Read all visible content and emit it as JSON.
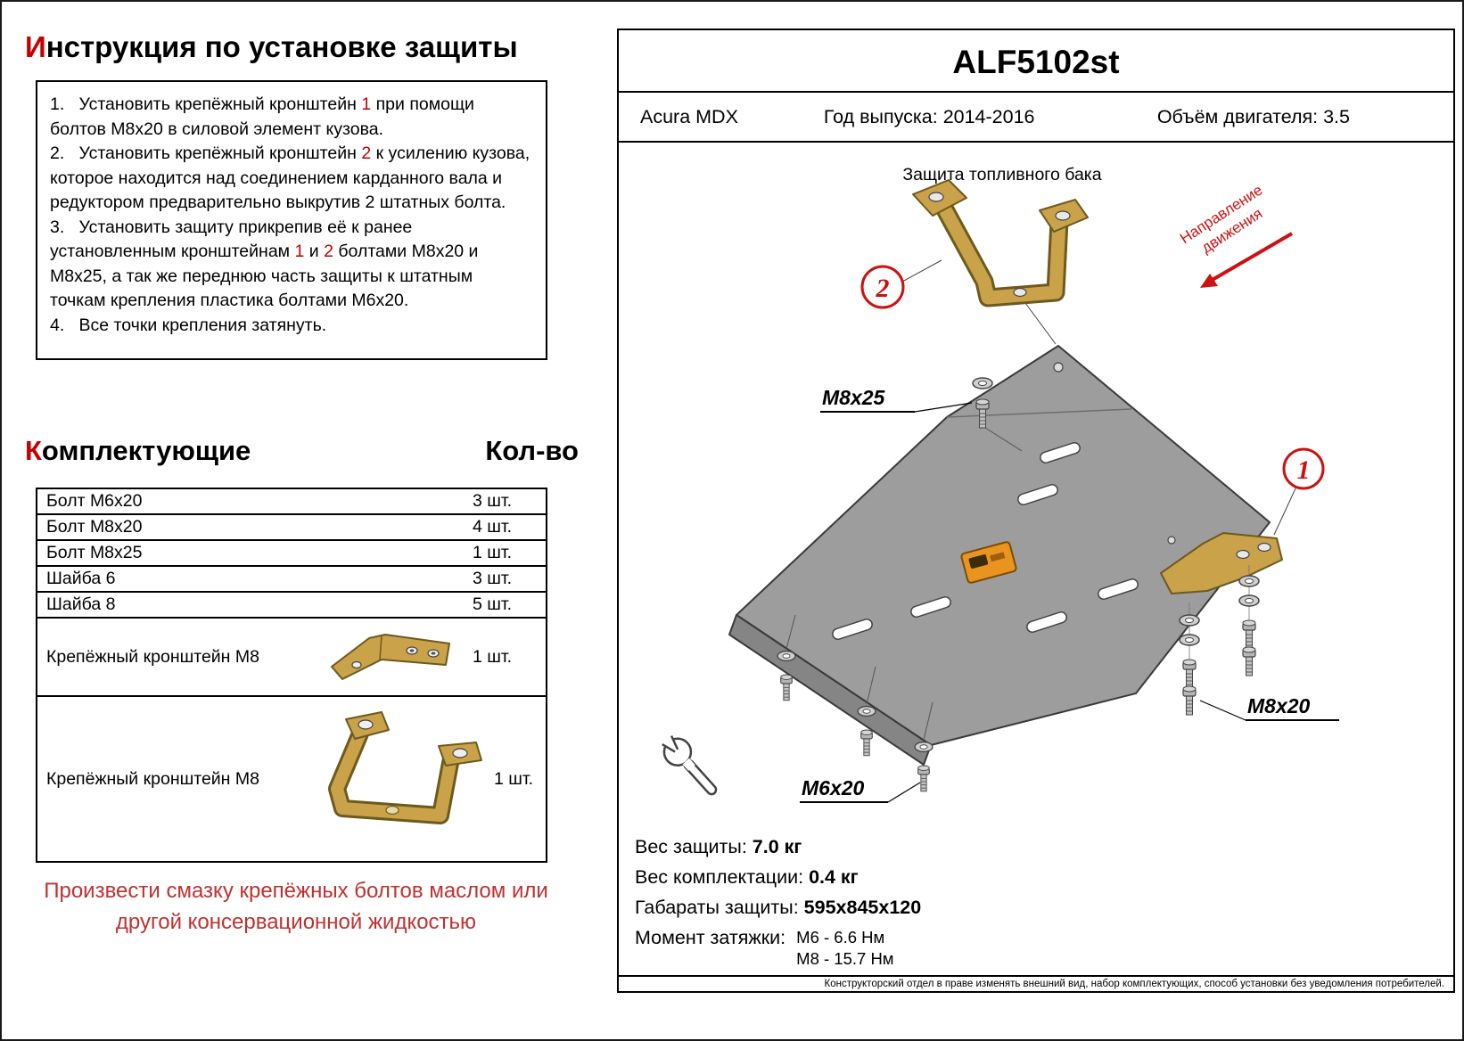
{
  "colors": {
    "accent_red": "#c40000",
    "note_red": "#c03030",
    "bracket_gold": "#c9a24a",
    "plate_gray": "#9d9d9d",
    "logo_orange": "#e8941f"
  },
  "left": {
    "title_first": "И",
    "title_rest": "нструкция по установке защиты",
    "instr1": {
      "pre": "1.   Установить крепёжный кронштейн ",
      "hl": "1",
      "post": " при помощи болтов М8х20 в силовой элемент кузова."
    },
    "instr2": {
      "pre": "2.   Установить крепёжный кронштейн ",
      "hl": "2",
      "post": " к усилению кузова, которое находится над соединением карданного вала и редуктором предварительно выкрутив 2 штатных болта."
    },
    "instr3": {
      "pre": "3.   Установить защиту прикрепив её к ранее установленным кронштейнам ",
      "hl1": "1",
      "mid": " и ",
      "hl2": "2",
      "post": " болтами М8х20 и М8х25, а так же переднюю часть защиты к штатным точкам крепления пластика болтами М6х20."
    },
    "instr4": {
      "text": "4.   Все точки крепления затянуть."
    },
    "components": {
      "title_first": "К",
      "title_rest": "омплектующие",
      "qty_header": "Кол-во",
      "rows": [
        {
          "name": "Болт М6х20",
          "qty": "3 шт."
        },
        {
          "name": "Болт М8х20",
          "qty": "4 шт."
        },
        {
          "name": "Болт М8х25",
          "qty": "1 шт."
        },
        {
          "name": "Шайба 6",
          "qty": "3 шт."
        },
        {
          "name": "Шайба 8",
          "qty": "5 шт."
        },
        {
          "name": "Крепёжный кронштейн М8",
          "qty": "1 шт.",
          "icon": "bracket-flat"
        },
        {
          "name": "Крепёжный кронштейн М8",
          "qty": "1 шт.",
          "icon": "bracket-u"
        }
      ]
    },
    "grease_note": "Произвести смазку крепёжных болтов маслом или другой консервационной жидкостью"
  },
  "right": {
    "part_code": "ALF5102st",
    "car": "Acura MDX",
    "year": "Год выпуска: 2014-2016",
    "engine": "Объём двигателя: 3.5",
    "diagram": {
      "title": "Защита топливного бака",
      "direction_line1": "Направление",
      "direction_line2": "движения",
      "callout_1": "1",
      "callout_2": "2",
      "label_m8x25": "М8х25",
      "label_m8x20": "М8х20",
      "label_m6x20": "М6х20"
    },
    "specs": {
      "weight_label": "Вес защиты:",
      "weight_value": "7.0 кг",
      "kit_weight_label": "Вес комплектации:",
      "kit_weight_value": "0.4 кг",
      "dimensions_label": "Габараты защиты:",
      "dimensions_value": "595х845х120",
      "torque_label": "Момент затяжки:",
      "torque_m6": "М6 - 6.6 Нм",
      "torque_m8": "М8 - 15.7 Нм"
    },
    "disclaimer": "Конструкторский отдел в праве изменять внешний вид, набор комплектующих, способ установки без уведомления потребителей."
  }
}
